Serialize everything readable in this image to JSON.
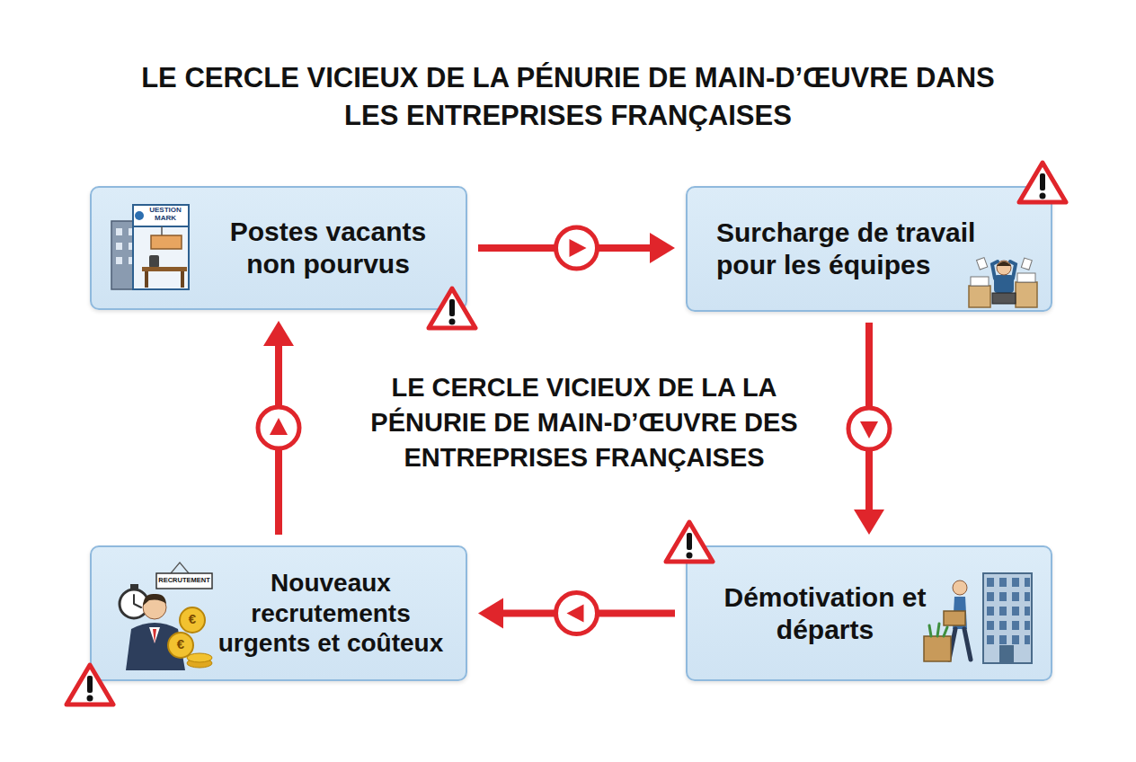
{
  "diagram": {
    "title": "LE CERCLE VICIEUX DE LA PÉNURIE DE MAIN-D’ŒUVRE DANS LES ENTREPRISES FRANÇAISES",
    "nodes": [
      {
        "text": [
          "Postes vacants non pourvus"
        ]
      },
      {
        "text": [
          "Surcharge de travail pour les équipes"
        ]
      },
      {
        "text": [
          "Nouveaux recrutements urgents et coûteux"
        ]
      },
      {
        "text": [
          "Démotivation et départs"
        ]
      }
    ],
    "edges": [
      {
        "from": 0,
        "to": 1,
        "arrow": "to"
      },
      {
        "from": 1,
        "to": 3,
        "arrow": "to"
      },
      {
        "from": 3,
        "to": 2,
        "arrow": "to"
      },
      {
        "from": 2,
        "to": 0,
        "arrow": "to"
      }
    ],
    "labels": [
      "LE CERCLE VICIEUX DE LA LA PÉNURIE DE MAIN-D’ŒUVRE DES ENTREPRISES FRANÇAISES",
      "UESTION MARK",
      "RECRUTEMENT",
      "€",
      "€"
    ]
  }
}
